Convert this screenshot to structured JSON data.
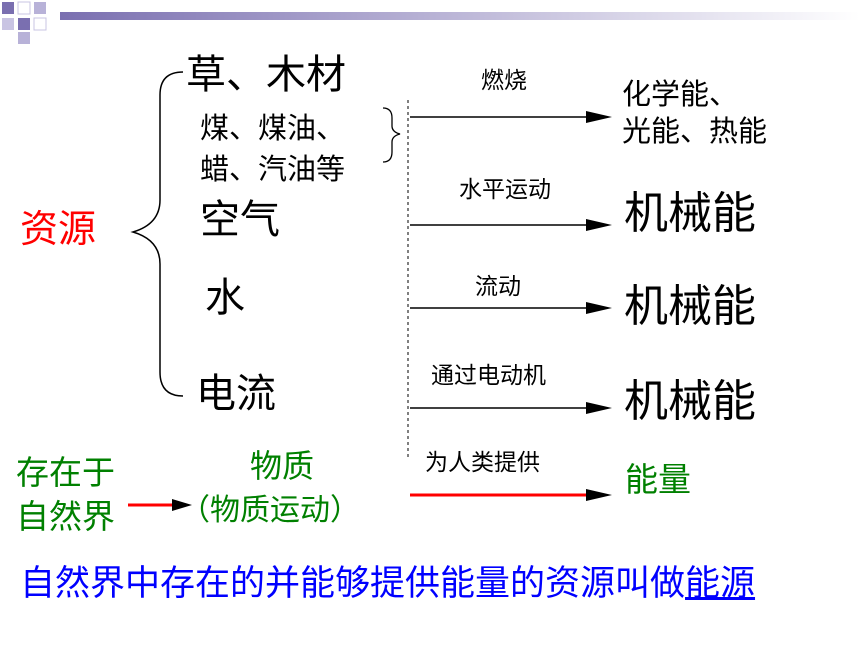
{
  "slide": {
    "resource_label": "资源",
    "resources": [
      {
        "name": "草、木材"
      },
      {
        "name": "煤、煤油、"
      },
      {
        "name": "蜡、汽油等"
      },
      {
        "name": "空气"
      },
      {
        "name": "水"
      },
      {
        "name": "电流"
      }
    ],
    "processes": [
      "燃烧",
      "水平运动",
      "流动",
      "通过电动机"
    ],
    "energy_outputs": [
      "化学能、",
      "光能、热能",
      "机械能",
      "机械能",
      "机械能"
    ],
    "bottom_row": {
      "origin_line1": "存在于",
      "origin_line2": "自然界",
      "matter_line1": "物质",
      "matter_line2": "（物质运动）",
      "provide_label": "为人类提供",
      "energy_label": "能量"
    },
    "definition": {
      "text": "自然界中存在的并能够提供能量的资源叫做",
      "term": "能源"
    },
    "colors": {
      "resource_label": "#ff0000",
      "bottom_green": "#008000",
      "definition_blue": "#0000ff",
      "red_arrow": "#ff0000",
      "deco_purple": "#7a6fb0"
    }
  }
}
